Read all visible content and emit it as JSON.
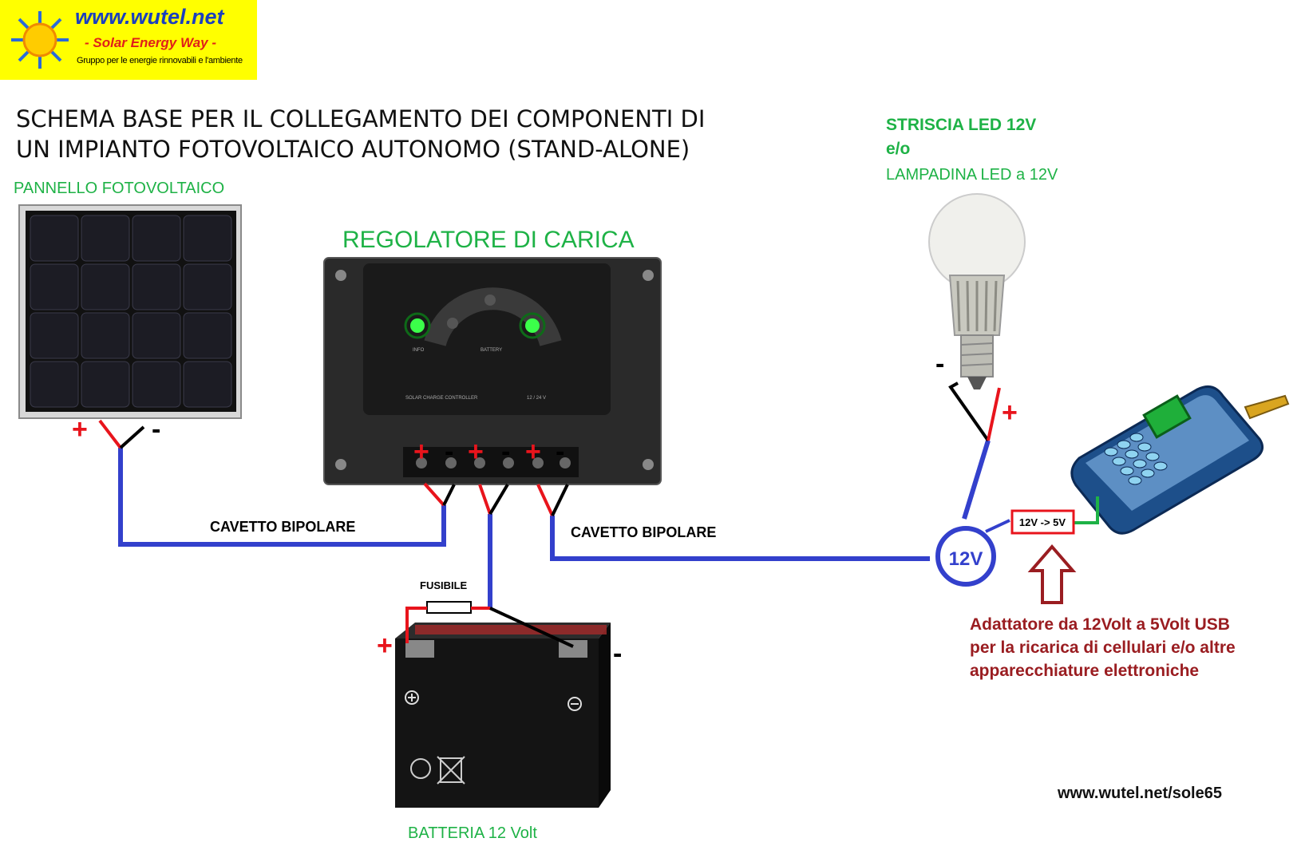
{
  "logo": {
    "site": "www.wutel.net",
    "slogan": "- Solar Energy Way -",
    "tagline": "Gruppo per le energie rinnovabili e l'ambiente"
  },
  "title": {
    "line1": "SCHEMA BASE PER IL COLLEGAMENTO DEI COMPONENTI DI",
    "line2": "UN IMPIANTO FOTOVOLTAICO AUTONOMO (STAND-ALONE)"
  },
  "labels": {
    "panel": "PANNELLO FOTOVOLTAICO",
    "regulator": "REGOLATORE DI CARICA",
    "led_strip": "STRISCIA LED 12V",
    "and_or": "e/o",
    "led_bulb": "LAMPADINA LED a 12V",
    "battery": "BATTERIA 12 Volt",
    "cable_left": "CAVETTO BIPOLARE",
    "cable_right": "CAVETTO BIPOLARE",
    "fuse": "FUSIBILE",
    "junction": "12V",
    "converter": "12V -> 5V",
    "website": "www.wutel.net/sole65"
  },
  "regulator_panel": {
    "info": "INFO",
    "battery": "BATTERY",
    "model": "SOLAR CHARGE CONTROLLER",
    "voltage": "12 / 24 V"
  },
  "adapter_note": {
    "line1": "Adattatore da 12Volt a 5Volt USB",
    "line2": "per la ricarica di cellulari e/o altre",
    "line3": "apparecchiature elettroniche"
  },
  "polarity": {
    "plus": "+",
    "minus": "-"
  },
  "colors": {
    "positive_wire": "#e8141c",
    "negative_wire": "#000000",
    "cable": "#3340cc",
    "label_green": "#1eb246",
    "adapter_text": "#9a1d21",
    "logo_bg": "#ffff00"
  }
}
